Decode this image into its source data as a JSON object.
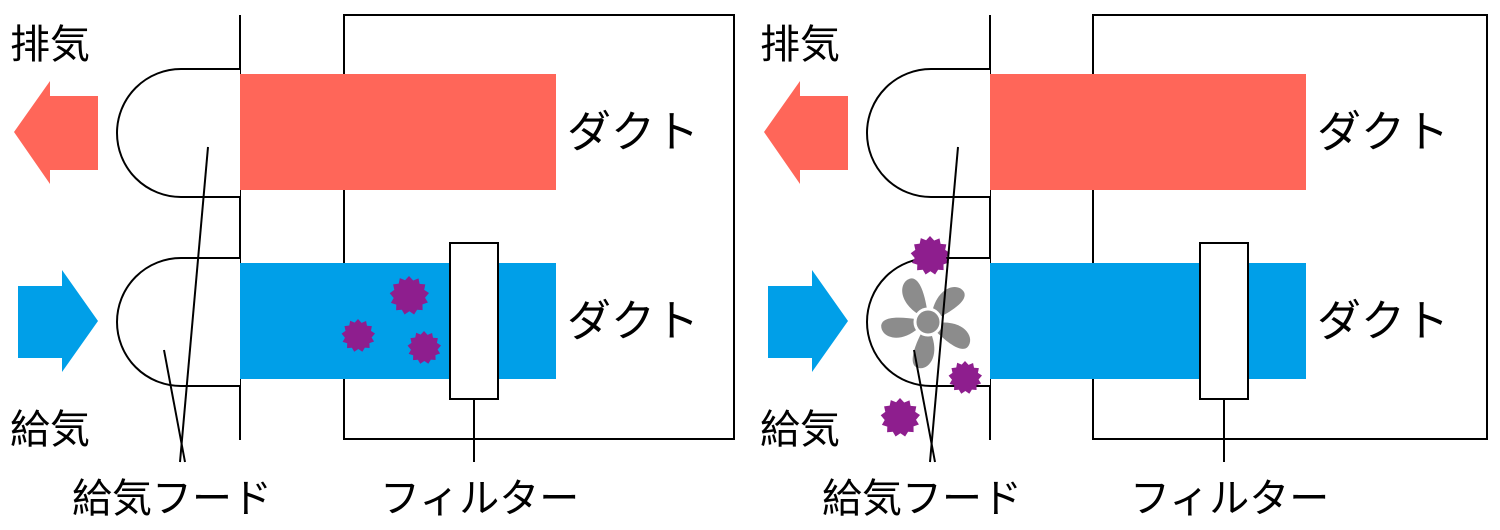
{
  "colors": {
    "exhaust": "#ff6659",
    "supply": "#009fe8",
    "particle": "#8e1e8e",
    "fan": "#8c8c8c",
    "line": "#000000"
  },
  "labels": {
    "exhaust": "排気",
    "supply": "給気",
    "duct": "ダクト",
    "supply_hood": "給気フード",
    "filter": "フィルター"
  },
  "panels": [
    {
      "id": "left",
      "fan_visible": false
    },
    {
      "id": "right",
      "fan_visible": true
    }
  ]
}
